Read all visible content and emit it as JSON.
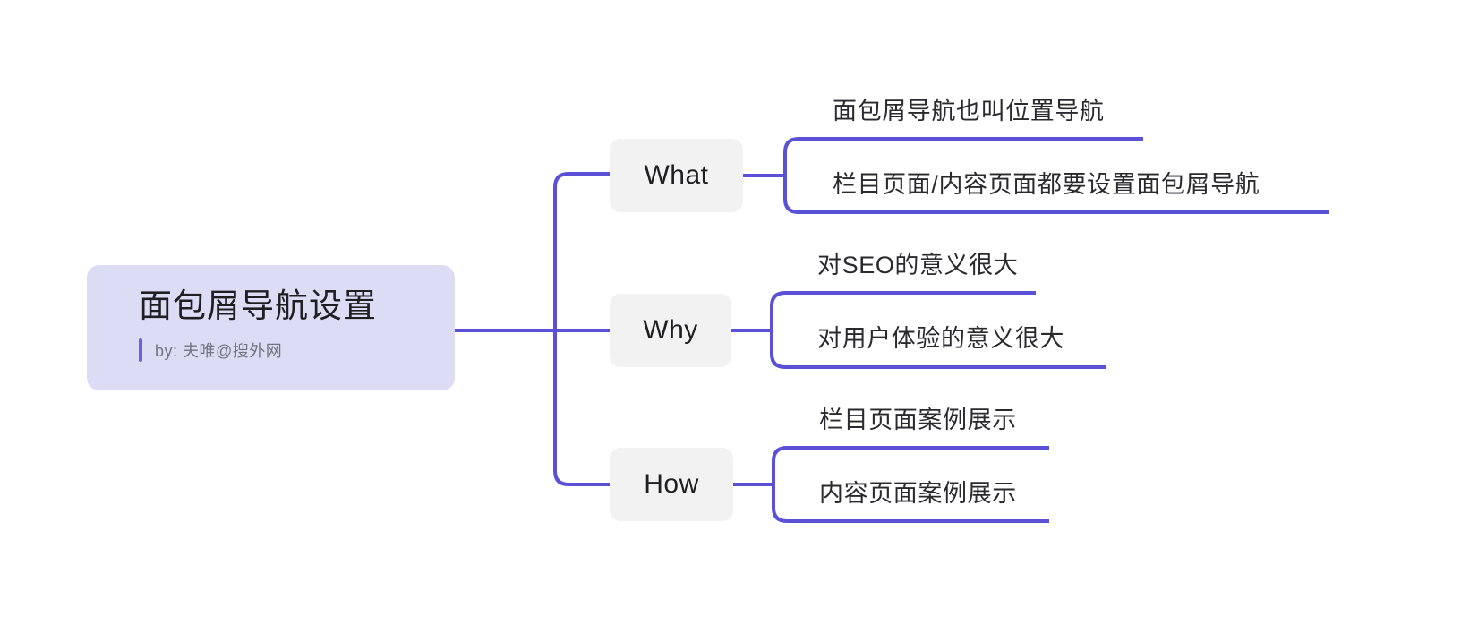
{
  "palette": {
    "background": "#ffffff",
    "connector": "#5A51D6",
    "root_fill": "#DCDCF5",
    "branch_fill": "#F2F2F2",
    "text_primary": "#1f1f22",
    "text_secondary": "#737380",
    "accent_bar": "#6B62E0"
  },
  "mindmap": {
    "root": {
      "title": "面包屑导航设置",
      "byline": "by: 夫唯@搜外网"
    },
    "branches": [
      {
        "label": "What",
        "leaves": [
          "面包屑导航也叫位置导航",
          "栏目页面/内容页面都要设置面包屑导航"
        ]
      },
      {
        "label": "Why",
        "leaves": [
          "对SEO的意义很大",
          "对用户体验的意义很大"
        ]
      },
      {
        "label": "How",
        "leaves": [
          "栏目页面案例展示",
          "内容页面案例展示"
        ]
      }
    ]
  }
}
